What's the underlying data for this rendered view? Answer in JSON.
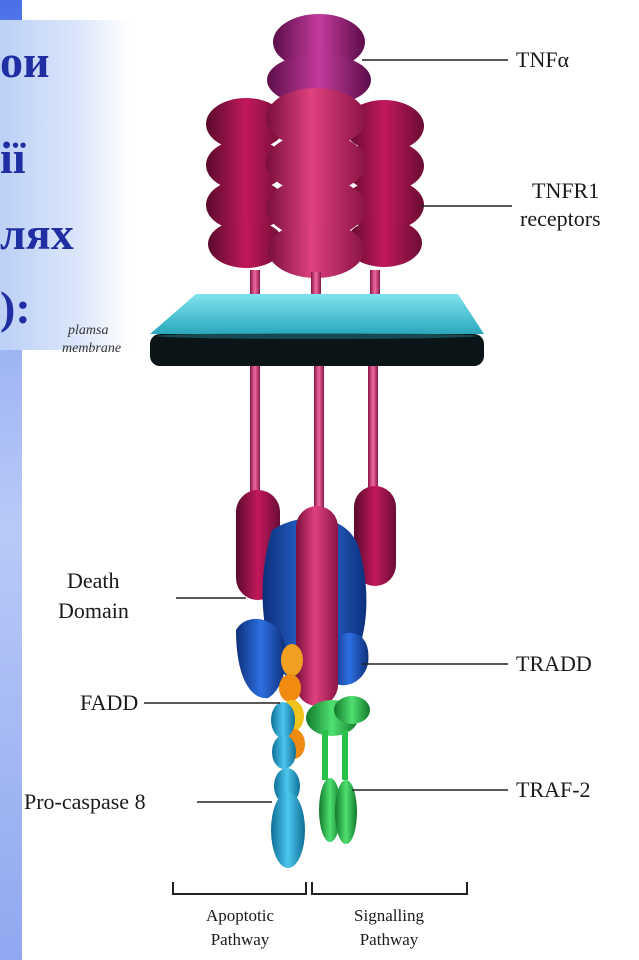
{
  "slide": {
    "partial_lines": [
      "ои",
      "ії",
      "лях",
      "):"
    ]
  },
  "labels": {
    "tnf_alpha": "TNFα",
    "tnfr1_line1": "TNFR1",
    "tnfr1_line2": "receptors",
    "membrane_line1": "plamsa",
    "membrane_line2": "membrane",
    "death_domain_line1": "Death",
    "death_domain_line2": "Domain",
    "tradd": "TRADD",
    "fadd": "FADD",
    "pro_caspase": "Pro-caspase 8",
    "traf2": "TRAF-2",
    "apoptotic_line1": "Apoptotic",
    "apoptotic_line2": "Pathway",
    "signalling_line1": "Signalling",
    "signalling_line2": "Pathway"
  },
  "colors": {
    "slide_text": "#1f2fa3",
    "receptor": "#c2185b",
    "ligand": "#8e1f6e",
    "membrane_top": "#38c6d9",
    "membrane_dark": "#0b1416",
    "tradd": "#1e5bc6",
    "fadd": "#f0a020",
    "caspase": "#2aa8d8",
    "traf2": "#28c24a"
  }
}
